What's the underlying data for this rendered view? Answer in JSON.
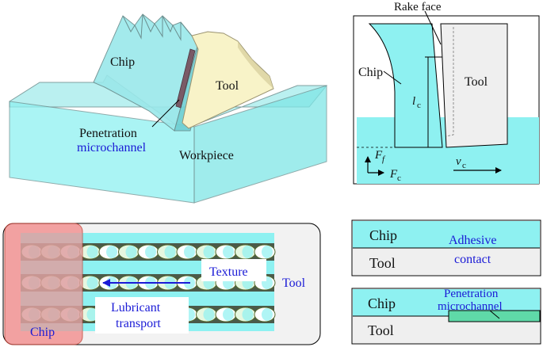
{
  "panel_3d": {
    "chip": "Chip",
    "tool": "Tool",
    "penetration_line1": "Penetration",
    "penetration_line2": "microchannel",
    "workpiece": "Workpiece"
  },
  "panel_2d": {
    "rake_face": "Rake face",
    "chip": "Chip",
    "tool": "Tool",
    "contact_length_symbol": "l",
    "contact_length_sub": "c",
    "force_f": "F",
    "force_f_sub": "f",
    "force_c": "F",
    "force_c_sub": "c",
    "velocity": "v",
    "velocity_sub": "c"
  },
  "panel_texture": {
    "texture": "Texture",
    "tool": "Tool",
    "lubricant_line1": "Lubricant",
    "lubricant_line2": "transport",
    "chip": "Chip"
  },
  "panel_adhesive": {
    "chip": "Chip",
    "tool": "Tool",
    "adhesive_line1": "Adhesive",
    "adhesive_line2": "contact"
  },
  "panel_penetration": {
    "chip": "Chip",
    "tool": "Tool",
    "penetration_line1": "Penetration",
    "penetration_line2": "microchannel"
  },
  "colors": {
    "cyan": "#8ef1f1",
    "tool_cream": "#f8f3c8",
    "tool_gray": "#efefef",
    "chip_red": "#f28b8b",
    "microchannel_green": "#5fd9a8",
    "label_blue": "#1a1ad6"
  }
}
